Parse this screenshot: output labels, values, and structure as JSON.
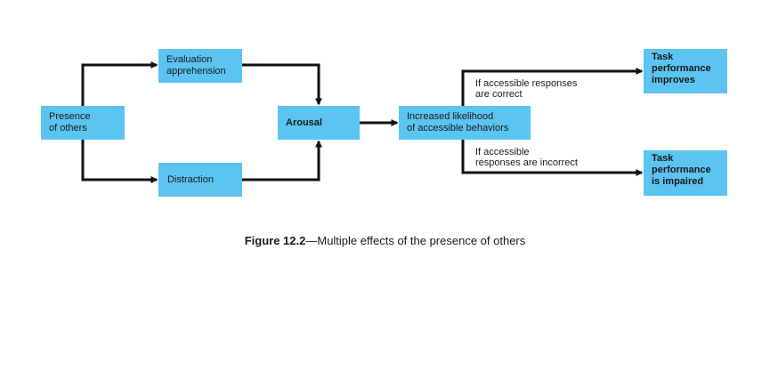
{
  "diagram": {
    "nodes": {
      "presence": {
        "lines": [
          "Presence",
          "of others"
        ]
      },
      "evaluation": {
        "lines": [
          "Evaluation",
          "apprehension"
        ]
      },
      "distraction": {
        "lines": [
          "Distraction"
        ]
      },
      "arousal": {
        "lines": [
          "Arousal"
        ]
      },
      "increased": {
        "lines": [
          "Increased likelihood",
          "of accessible behaviors"
        ]
      },
      "improves": {
        "lines": [
          "Task",
          "performance",
          "improves"
        ]
      },
      "impaired": {
        "lines": [
          "Task",
          "performance",
          "is impaired"
        ]
      }
    },
    "edge_labels": {
      "correct": {
        "lines": [
          "If accessible responses",
          "are correct"
        ]
      },
      "incorrect": {
        "lines": [
          "If accessible",
          "responses are incorrect"
        ]
      }
    },
    "colors": {
      "box_fill": "#5bc4f1",
      "arrow": "#111111",
      "text": "#1a1a1a"
    }
  },
  "caption": {
    "label": "Figure 12.2",
    "text": "—Multiple effects of the presence of others"
  }
}
